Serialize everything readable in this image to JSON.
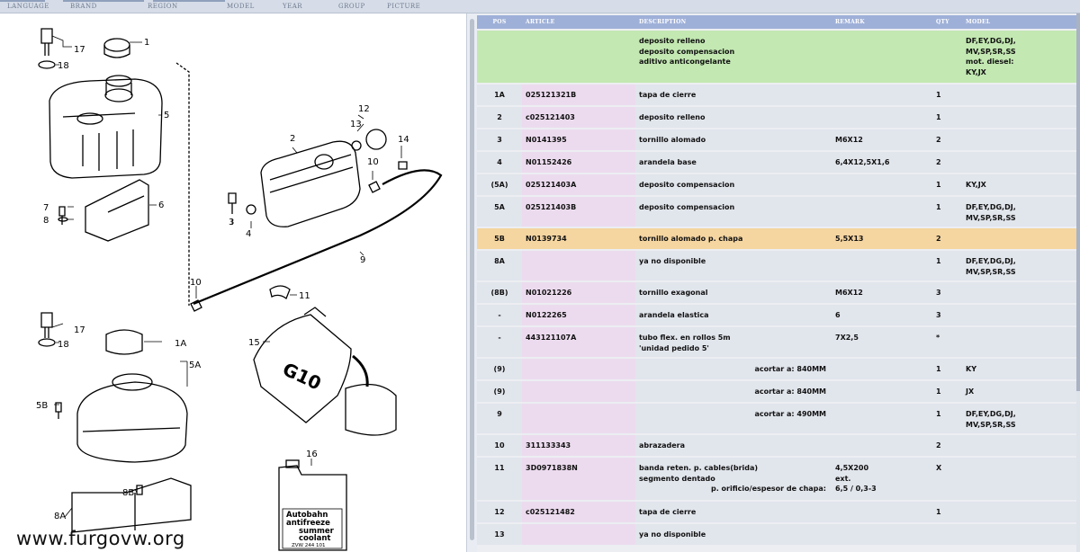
{
  "nav": {
    "tabs": [
      "LANGUAGE",
      "BRAND",
      "REGION",
      "MODEL",
      "YEAR",
      "GROUP",
      "PICTURE"
    ]
  },
  "watermark": "www.furgovw.org",
  "diagram_labels": {
    "l17a": "17",
    "l18a": "18",
    "l1": "1",
    "l5": "5",
    "l7": "7",
    "l8": "8",
    "l6": "6",
    "l12": "12",
    "l13": "13",
    "l2": "2",
    "l14": "14",
    "l10a": "10",
    "l3": "3",
    "l4": "4",
    "l9": "9",
    "l10b": "10",
    "l11": "11",
    "l17b": "17",
    "l18b": "18",
    "l1A": "1A",
    "l5A": "5A",
    "l15": "15",
    "l5B": "5B",
    "l8B": "8B",
    "l8A": "8A",
    "l16": "16"
  },
  "canister": {
    "line1": "Autobahn",
    "line2": "antifreeze",
    "line3": "summer",
    "line4": "coolant",
    "code": "ZVW 244 101"
  },
  "jerrycan_text": "G10",
  "table": {
    "headers": {
      "pos": "POS",
      "article": "ARTICLE",
      "description": "DESCRIPTION",
      "remark": "REMARK",
      "qty": "QTY",
      "model": "MODEL"
    },
    "rows": [
      {
        "type": "top",
        "pos": "",
        "article": "",
        "desc": [
          "deposito relleno",
          "deposito compensacion",
          "aditivo anticongelante"
        ],
        "remark": [],
        "qty": "",
        "model": [
          "DF,EY,DG,DJ,",
          "MV,SP,SR,SS",
          "mot. diesel:",
          "KY,JX"
        ]
      },
      {
        "type": "std",
        "pos": "1A",
        "article": "025121321B",
        "desc": [
          "tapa de cierre"
        ],
        "remark": [],
        "qty": "1",
        "model": []
      },
      {
        "type": "std",
        "pos": "2",
        "article": "c025121403",
        "desc": [
          "deposito relleno"
        ],
        "remark": [],
        "qty": "1",
        "model": []
      },
      {
        "type": "std",
        "pos": "3",
        "article": "N0141395",
        "desc": [
          "tornillo alomado"
        ],
        "remark": [
          "M6X12"
        ],
        "qty": "2",
        "model": []
      },
      {
        "type": "std",
        "pos": "4",
        "article": "N01152426",
        "desc": [
          "arandela base"
        ],
        "remark": [
          "6,4X12,5X1,6"
        ],
        "qty": "2",
        "model": []
      },
      {
        "type": "std",
        "pos": "(5A)",
        "article": "025121403A",
        "desc": [
          "deposito compensacion"
        ],
        "remark": [],
        "qty": "1",
        "model": [
          "KY,JX"
        ]
      },
      {
        "type": "std",
        "pos": "5A",
        "article": "025121403B",
        "desc": [
          "deposito compensacion"
        ],
        "remark": [],
        "qty": "1",
        "model": [
          "DF,EY,DG,DJ,",
          "MV,SP,SR,SS"
        ]
      },
      {
        "type": "hl",
        "pos": "5B",
        "article": "N0139734",
        "desc": [
          "tornillo alomado p. chapa"
        ],
        "remark": [
          "5,5X13"
        ],
        "qty": "2",
        "model": []
      },
      {
        "type": "std",
        "pos": "8A",
        "article": "",
        "desc": [
          "ya no disponible"
        ],
        "remark": [],
        "qty": "1",
        "model": [
          "DF,EY,DG,DJ,",
          "MV,SP,SR,SS"
        ]
      },
      {
        "type": "std",
        "pos": "(8B)",
        "article": "N01021226",
        "desc": [
          "tornillo exagonal"
        ],
        "remark": [
          "M6X12"
        ],
        "qty": "3",
        "model": []
      },
      {
        "type": "std",
        "pos": "-",
        "article": "N0122265",
        "desc": [
          "arandela elastica"
        ],
        "remark": [
          "6"
        ],
        "qty": "3",
        "model": []
      },
      {
        "type": "std",
        "pos": "-",
        "article": "443121107A",
        "desc": [
          "tubo flex. en rollos 5m",
          "'unidad pedido 5'"
        ],
        "remark": [
          "7X2,5"
        ],
        "qty": "*",
        "model": []
      },
      {
        "type": "std",
        "pos": "(9)",
        "article": "",
        "desc_right": [
          "acortar a: 840MM"
        ],
        "remark": [],
        "qty": "1",
        "model": [
          "KY"
        ]
      },
      {
        "type": "std",
        "pos": "(9)",
        "article": "",
        "desc_right": [
          "acortar a: 840MM"
        ],
        "remark": [],
        "qty": "1",
        "model": [
          "JX"
        ]
      },
      {
        "type": "std",
        "pos": "9",
        "article": "",
        "desc_right": [
          "acortar a: 490MM"
        ],
        "remark": [],
        "qty": "1",
        "model": [
          "DF,EY,DG,DJ,",
          "MV,SP,SR,SS"
        ]
      },
      {
        "type": "std",
        "pos": "10",
        "article": "311133343",
        "desc": [
          "abrazadera"
        ],
        "remark": [],
        "qty": "2",
        "model": []
      },
      {
        "type": "std",
        "pos": "11",
        "article": "3D0971838N",
        "desc": [
          "banda reten. p. cables(brida)",
          "segmento dentado"
        ],
        "desc_right_extra": "p. orificio/espesor de chapa:",
        "remark": [
          "4,5X200",
          "ext.",
          "6,5 / 0,3-3"
        ],
        "qty": "X",
        "model": []
      },
      {
        "type": "std",
        "pos": "12",
        "article": "c025121482",
        "desc": [
          "tapa de cierre"
        ],
        "remark": [],
        "qty": "1",
        "model": []
      },
      {
        "type": "std",
        "pos": "13",
        "article": "",
        "desc": [
          "ya no disponible"
        ],
        "remark": [],
        "qty": "",
        "model": []
      }
    ]
  }
}
